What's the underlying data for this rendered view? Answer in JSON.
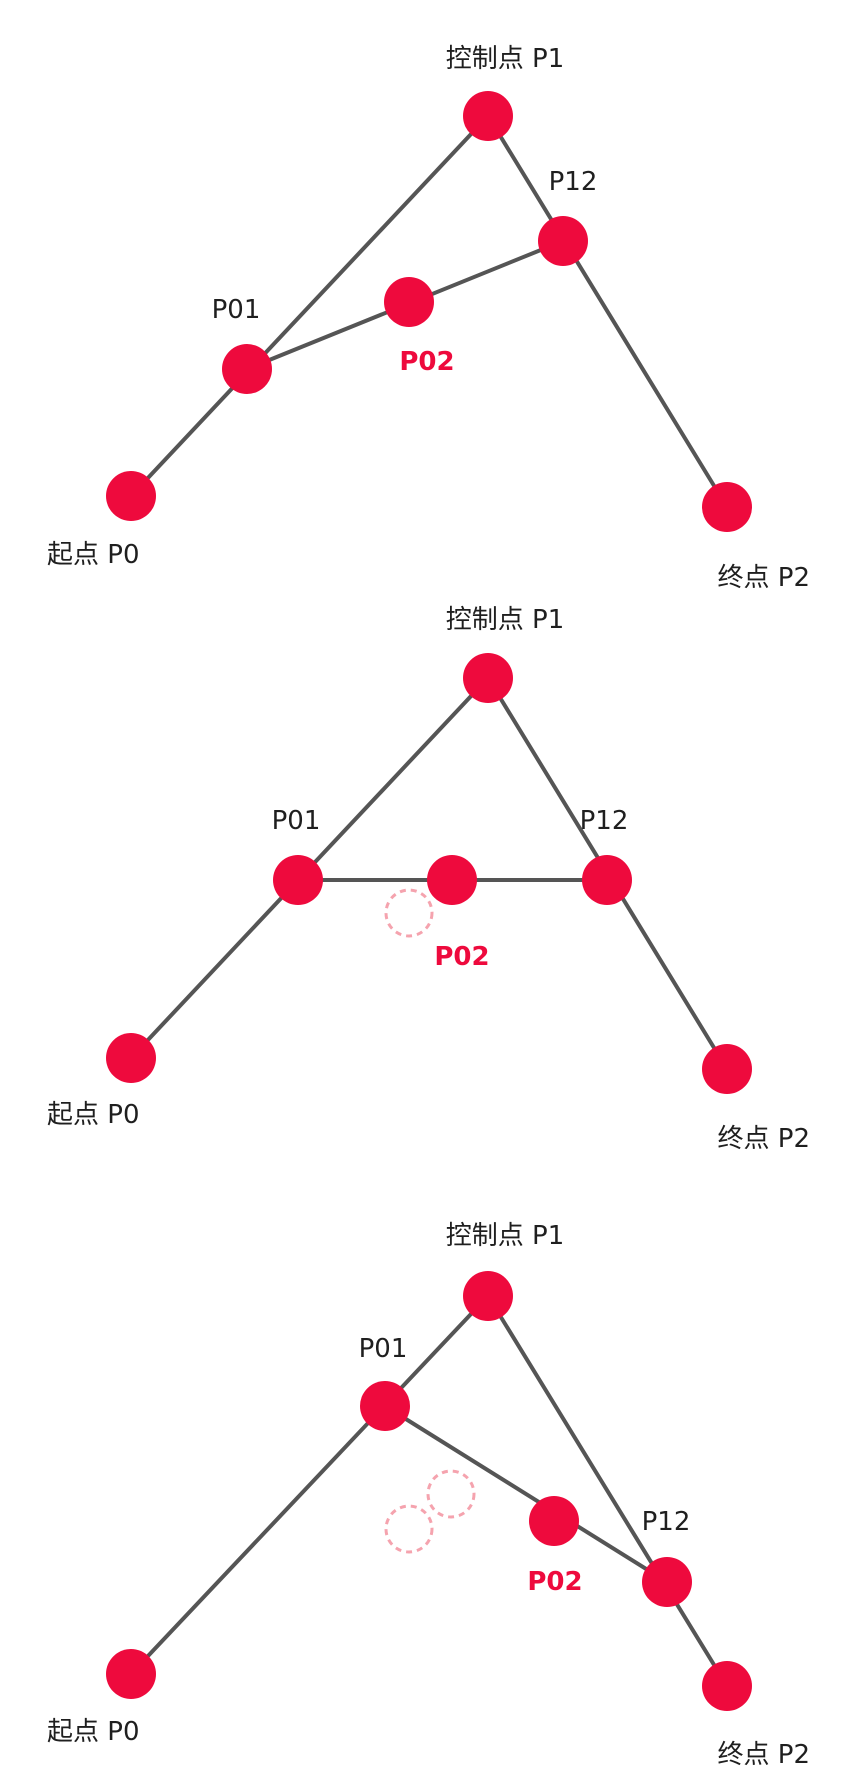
{
  "colors": {
    "point": "#ee0a3d",
    "line": "#555555",
    "ghost": "#f5a3ae",
    "text": "#1f1f1f",
    "accent_text": "#ee0a3d"
  },
  "labels": {
    "start": "起点 P0",
    "control": "控制点 P1",
    "end": "终点 P2",
    "p01": "P01",
    "p12": "P12",
    "p02": "P02"
  },
  "panels": [
    {
      "t": 0.25,
      "ghost_count": 0
    },
    {
      "t": 0.5,
      "ghost_count": 1
    },
    {
      "t": 0.75,
      "ghost_count": 2
    }
  ]
}
